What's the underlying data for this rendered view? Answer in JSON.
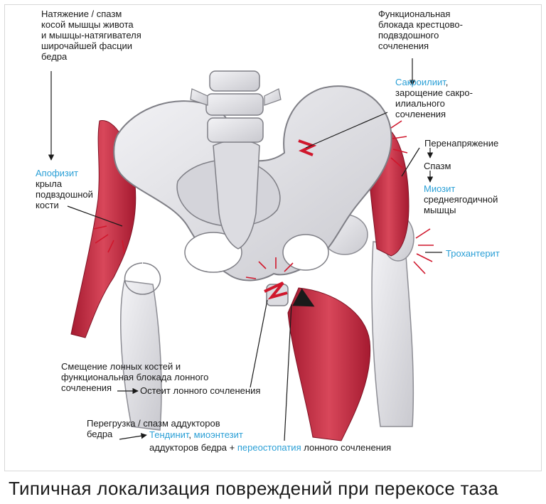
{
  "labels": {
    "tension": "Натяжение / спазм\nкосой мышцы живота\nи мышцы-натягивателя\nширочайшей фасции\nбедра",
    "apophysitis_title": "Апофизит",
    "apophysitis_body": "крыла\nподвздошной\nкости",
    "sacroiliac_block": "Функциональная\nблокада крестцово-\nподвздошного\nсочленения",
    "sacroiliitis_title": "Сакроилиит",
    "sacroiliitis_body": ",\nзарощение сакро-\nилиального\nсочленения",
    "overstrain": "Перенапряжение",
    "spasm": "Спазм",
    "myositis_title": "Миозит",
    "myositis_body": "\nсреднеягодичной\nмышцы",
    "trochanteritis": "Трохантерит",
    "pubic_shift": "Смещение лонных костей и\nфункциональная блокада лонного\nсочленения",
    "osteitis": "Остеит лонного сочленения",
    "adductor_overload": "Перегрузка / спазм аддукторов\nбедра",
    "tendinitis": "Тендинит",
    "comma": ",",
    "myoenthesitis": "миоэнтезит",
    "adductors_hip_plus": "аддукторов бедра +",
    "periostopathy": "переостопатия",
    "pubic_joint": "лонного сочленения"
  },
  "caption": "Типичная локализация повреждений при перекосе таза",
  "colors": {
    "accent_blue": "#2a9fd6",
    "muscle_red": "#c4283f",
    "bone": "#e9e9ec",
    "bone_shadow": "#a7a7ae"
  }
}
